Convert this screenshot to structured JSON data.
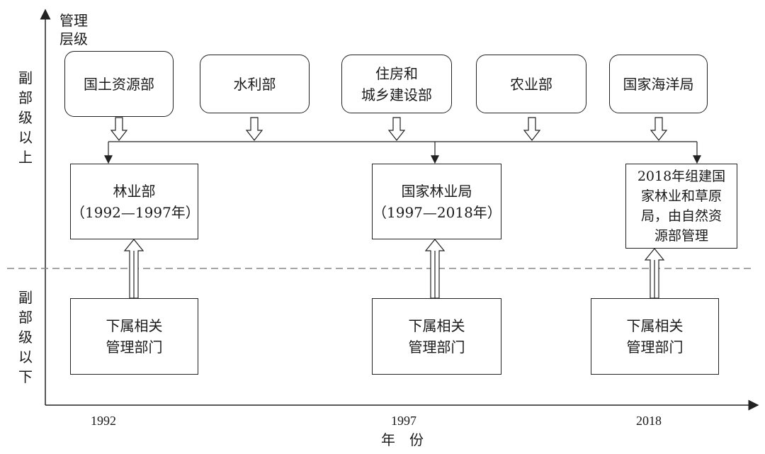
{
  "axes": {
    "y_label": "管理\n层级",
    "x_label": "年　份",
    "upper_level": "副部级以上",
    "lower_level": "副部级以下",
    "years": [
      "1992",
      "1997",
      "2018"
    ]
  },
  "top_departments": [
    "国土资源部",
    "水利部",
    "住房和\n城乡建设部",
    "农业部",
    "国家海洋局"
  ],
  "forestry_bodies": [
    {
      "label": "林业部\n（1992—1997年）"
    },
    {
      "label": "国家林业局\n（1997—2018年）"
    },
    {
      "label": "2018年组建国\n家林业和草原\n局，由自然资\n源部管理"
    }
  ],
  "sub_departments": [
    "下属相关\n管理部门",
    "下属相关\n管理部门",
    "下属相关\n管理部门"
  ]
}
